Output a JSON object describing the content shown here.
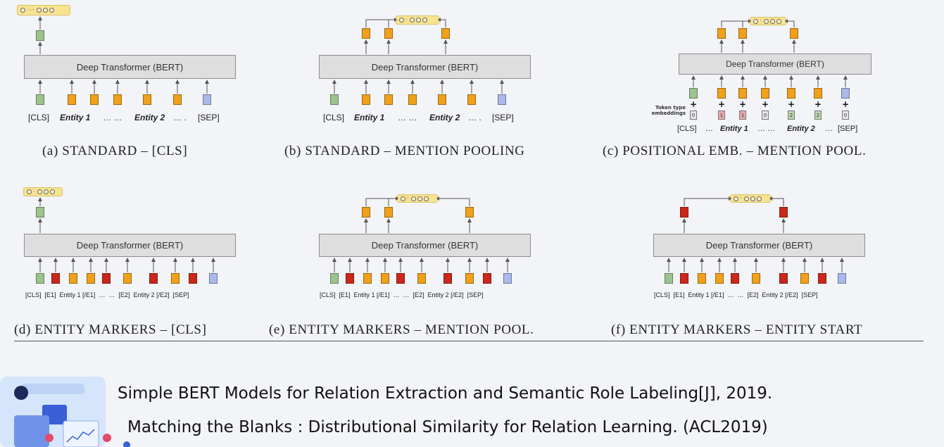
{
  "colors": {
    "entity": "#f0a01a",
    "cls": "#9cc38f",
    "sep": "#a9b9ea",
    "marker": "#c9281a",
    "output": "#f8e391",
    "transformer": "#dedede"
  },
  "transformer_label": "Deep Transformer (BERT)",
  "panels": {
    "a": {
      "caption_prefix": "(a)",
      "caption_text": "STANDARD – [CLS]",
      "tokens": {
        "cls": "[CLS]",
        "e1": "Entity 1",
        "dots1": "… …",
        "e2": "Entity 2",
        "dots2": "… .",
        "sep": "[SEP]"
      }
    },
    "b": {
      "caption_prefix": "(b)",
      "caption_text": "STANDARD – MENTION POOLING",
      "tokens": {
        "cls": "[CLS]",
        "e1": "Entity 1",
        "dots1": "… …",
        "e2": "Entity 2",
        "dots2": "… .",
        "sep": "[SEP]"
      }
    },
    "c": {
      "caption_prefix": "(c)",
      "caption_text": "POSITIONAL EMB. – MENTION POOL.",
      "token_type_label": "Token type embeddings",
      "embeddings": [
        "0",
        "1",
        "1",
        "0",
        "2",
        "2",
        "0"
      ],
      "tokens": {
        "cls": "[CLS]",
        "dots0": "…",
        "e1": "Entity 1",
        "dots1": "… …",
        "e2": "Entity 2",
        "dots2": "…",
        "sep": "[SEP]"
      }
    },
    "d": {
      "caption_prefix": "(d)",
      "caption_text": "ENTITY MARKERS – [CLS]",
      "tokens": "[CLS]  [E1]  Entity 1 [/E1]  …  …  [E2]  Entity 2 [/E2]  [SEP]"
    },
    "e": {
      "caption_prefix": "(e)",
      "caption_text": "ENTITY MARKERS – MENTION POOL.",
      "tokens": "[CLS]  [E1]  Entity 1 [/E1]  …  …  [E2]  Entity 2 [/E2]  [SEP]"
    },
    "f": {
      "caption_prefix": "(f)",
      "caption_text": "ENTITY MARKERS – ENTITY START",
      "tokens": "[CLS]  [E1]  Entity 1 [/E1]  …  …  [E2]  Entity 2 [/E2]  [SEP]"
    }
  },
  "references": [
    "Simple BERT Models for Relation Extraction and Semantic Role Labeling[J], 2019.",
    "Matching the Blanks : Distributional Similarity for Relation Learning. (ACL2019)"
  ]
}
